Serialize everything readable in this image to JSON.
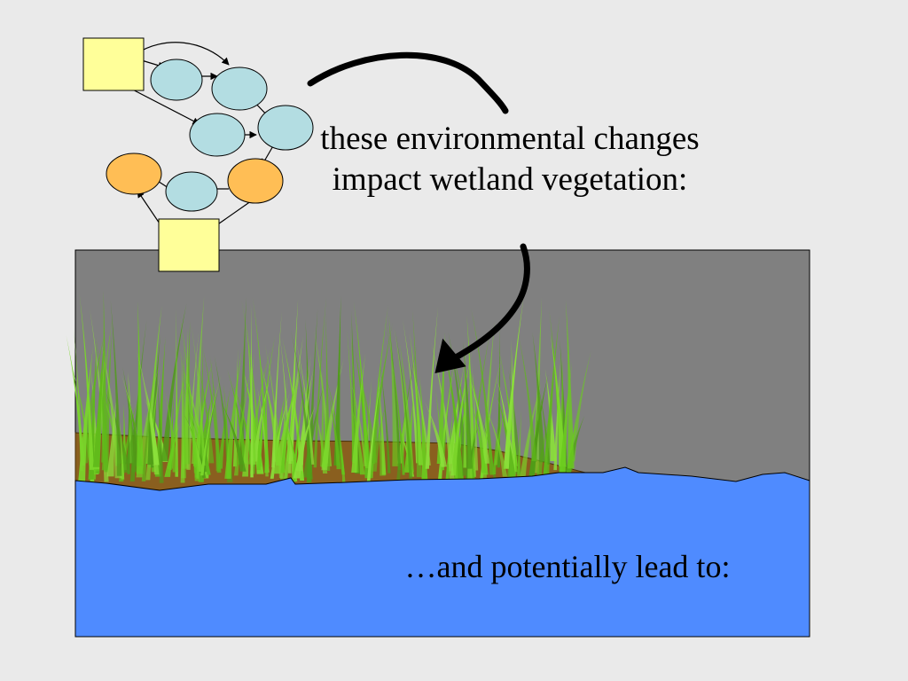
{
  "captions": {
    "impact": "these environmental changes impact wetland vegetation:",
    "lead_to": "…and potentially lead to:"
  },
  "colors": {
    "background": "#eaeaea",
    "sky": "#808080",
    "water": "#4f8bff",
    "soil": "#8a5f1f",
    "grass": "#6acb1e",
    "driver_box": "#ffff99",
    "process_node": "#b3dde2",
    "response_node": "#ffbe55",
    "arrow": "#000000"
  },
  "icons": {
    "drivers": "square-node",
    "processes": "ellipse-node",
    "responses": "ellipse-node"
  }
}
